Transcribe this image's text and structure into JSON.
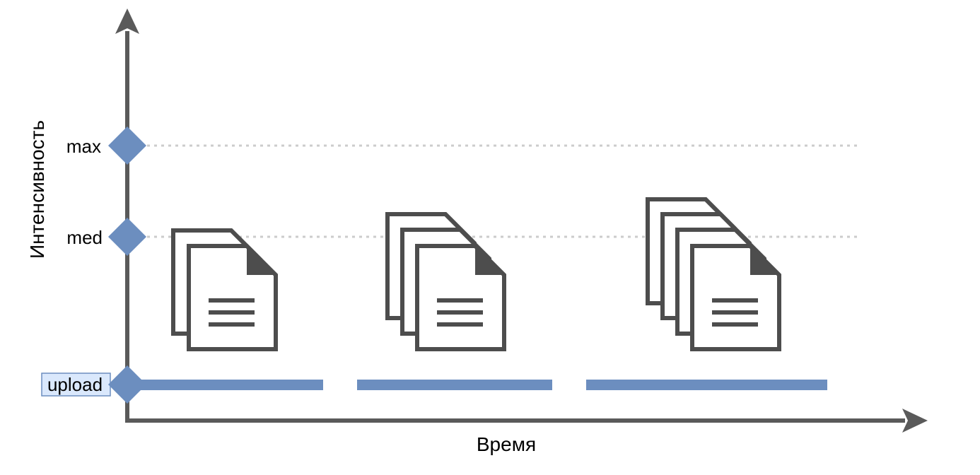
{
  "axes": {
    "y_title": "Интенсивность",
    "x_title": "Время"
  },
  "levels": {
    "max": "max",
    "med": "med",
    "upload": "upload"
  },
  "colors": {
    "axis": "#5a5a5a",
    "accent": "#6c8ebf",
    "highlight_fill": "#dae8fc",
    "gridline": "#cccccc",
    "document": "#4d4d4d"
  },
  "phases": [
    {
      "documents": 2
    },
    {
      "documents": 3
    },
    {
      "documents": 4
    }
  ],
  "icons": {
    "document": "document-icon",
    "level_marker": "diamond-marker"
  }
}
